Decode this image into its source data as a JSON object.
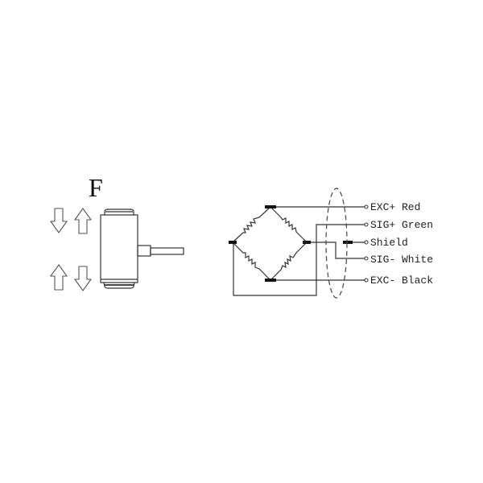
{
  "force": {
    "label": "F",
    "arrows": [
      {
        "id": "upper-down",
        "direction": "down"
      },
      {
        "id": "upper-up",
        "direction": "up"
      },
      {
        "id": "lower-up",
        "direction": "up"
      },
      {
        "id": "lower-down",
        "direction": "down"
      }
    ]
  },
  "sensor": {
    "type": "load-cell-cylinder",
    "cable": "right-side"
  },
  "bridge": {
    "type": "wheatstone",
    "resistors": 4
  },
  "wires": [
    {
      "name": "EXC+",
      "color": "Red",
      "label": "EXC+ Red"
    },
    {
      "name": "SIG+",
      "color": "Green",
      "label": "SIG+ Green"
    },
    {
      "name": "Shield",
      "color": "",
      "label": "Shield"
    },
    {
      "name": "SIG-",
      "color": "White",
      "label": "SIG- White"
    },
    {
      "name": "EXC-",
      "color": "Black",
      "label": "EXC- Black"
    }
  ],
  "colors": {
    "line": "#333333",
    "background": "#ffffff"
  }
}
